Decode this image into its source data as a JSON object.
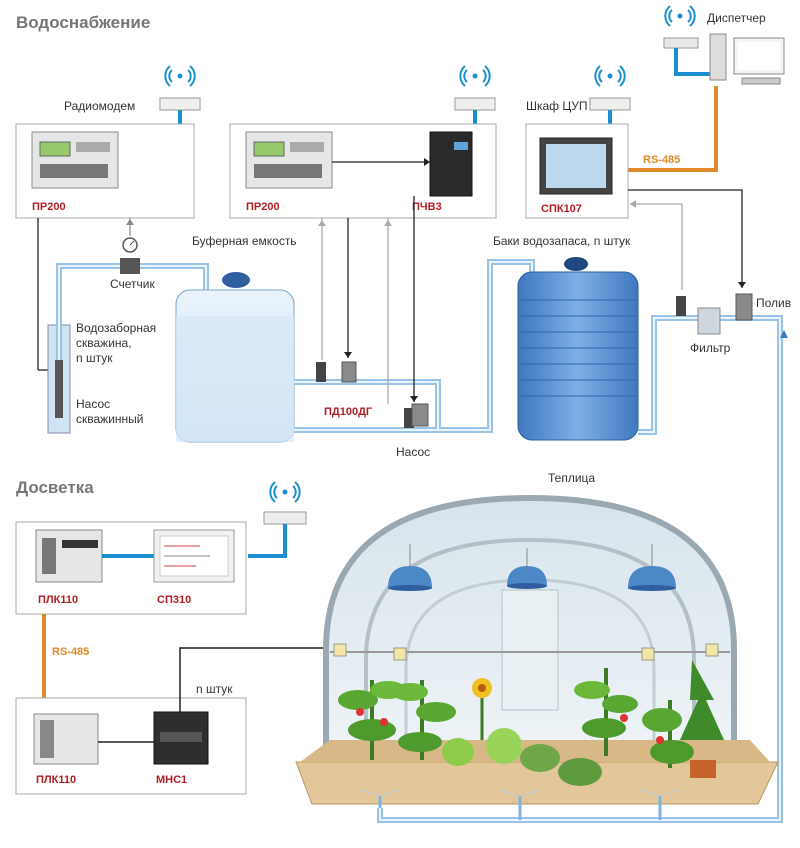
{
  "sections": {
    "water": "Водоснабжение",
    "light": "Досветка"
  },
  "labels": {
    "dispatcher": "Диспетчер",
    "radiomodem": "Радиомодем",
    "cabinet": "Шкаф ЦУП",
    "rs485_top": "RS-485",
    "rs485_left": "RS-485",
    "buffer_tank": "Буферная емкость",
    "reserve_tanks": "Баки водозапаса, n штук",
    "meter": "Счетчик",
    "well": "Водозаборная скважина, n штук",
    "well_pump": "Насос скважинный",
    "pump": "Насос",
    "filter": "Фильтр",
    "watering": "Полив",
    "greenhouse": "Теплица",
    "n_units": "n штук"
  },
  "devices": {
    "pr200_a": "ПР200",
    "pr200_b": "ПР200",
    "pchv3": "ПЧВ3",
    "spk107": "СПК107",
    "pd100dg": "ПД100ДГ",
    "plc110_a": "ПЛК110",
    "sp310": "СП310",
    "plc110_b": "ПЛК110",
    "mns1": "МНС1"
  },
  "colors": {
    "rs485": "#e0892a",
    "network": "#1a8fd0",
    "water": "#b9d7ef",
    "device_label": "#b01e23",
    "section_title": "#777777"
  }
}
